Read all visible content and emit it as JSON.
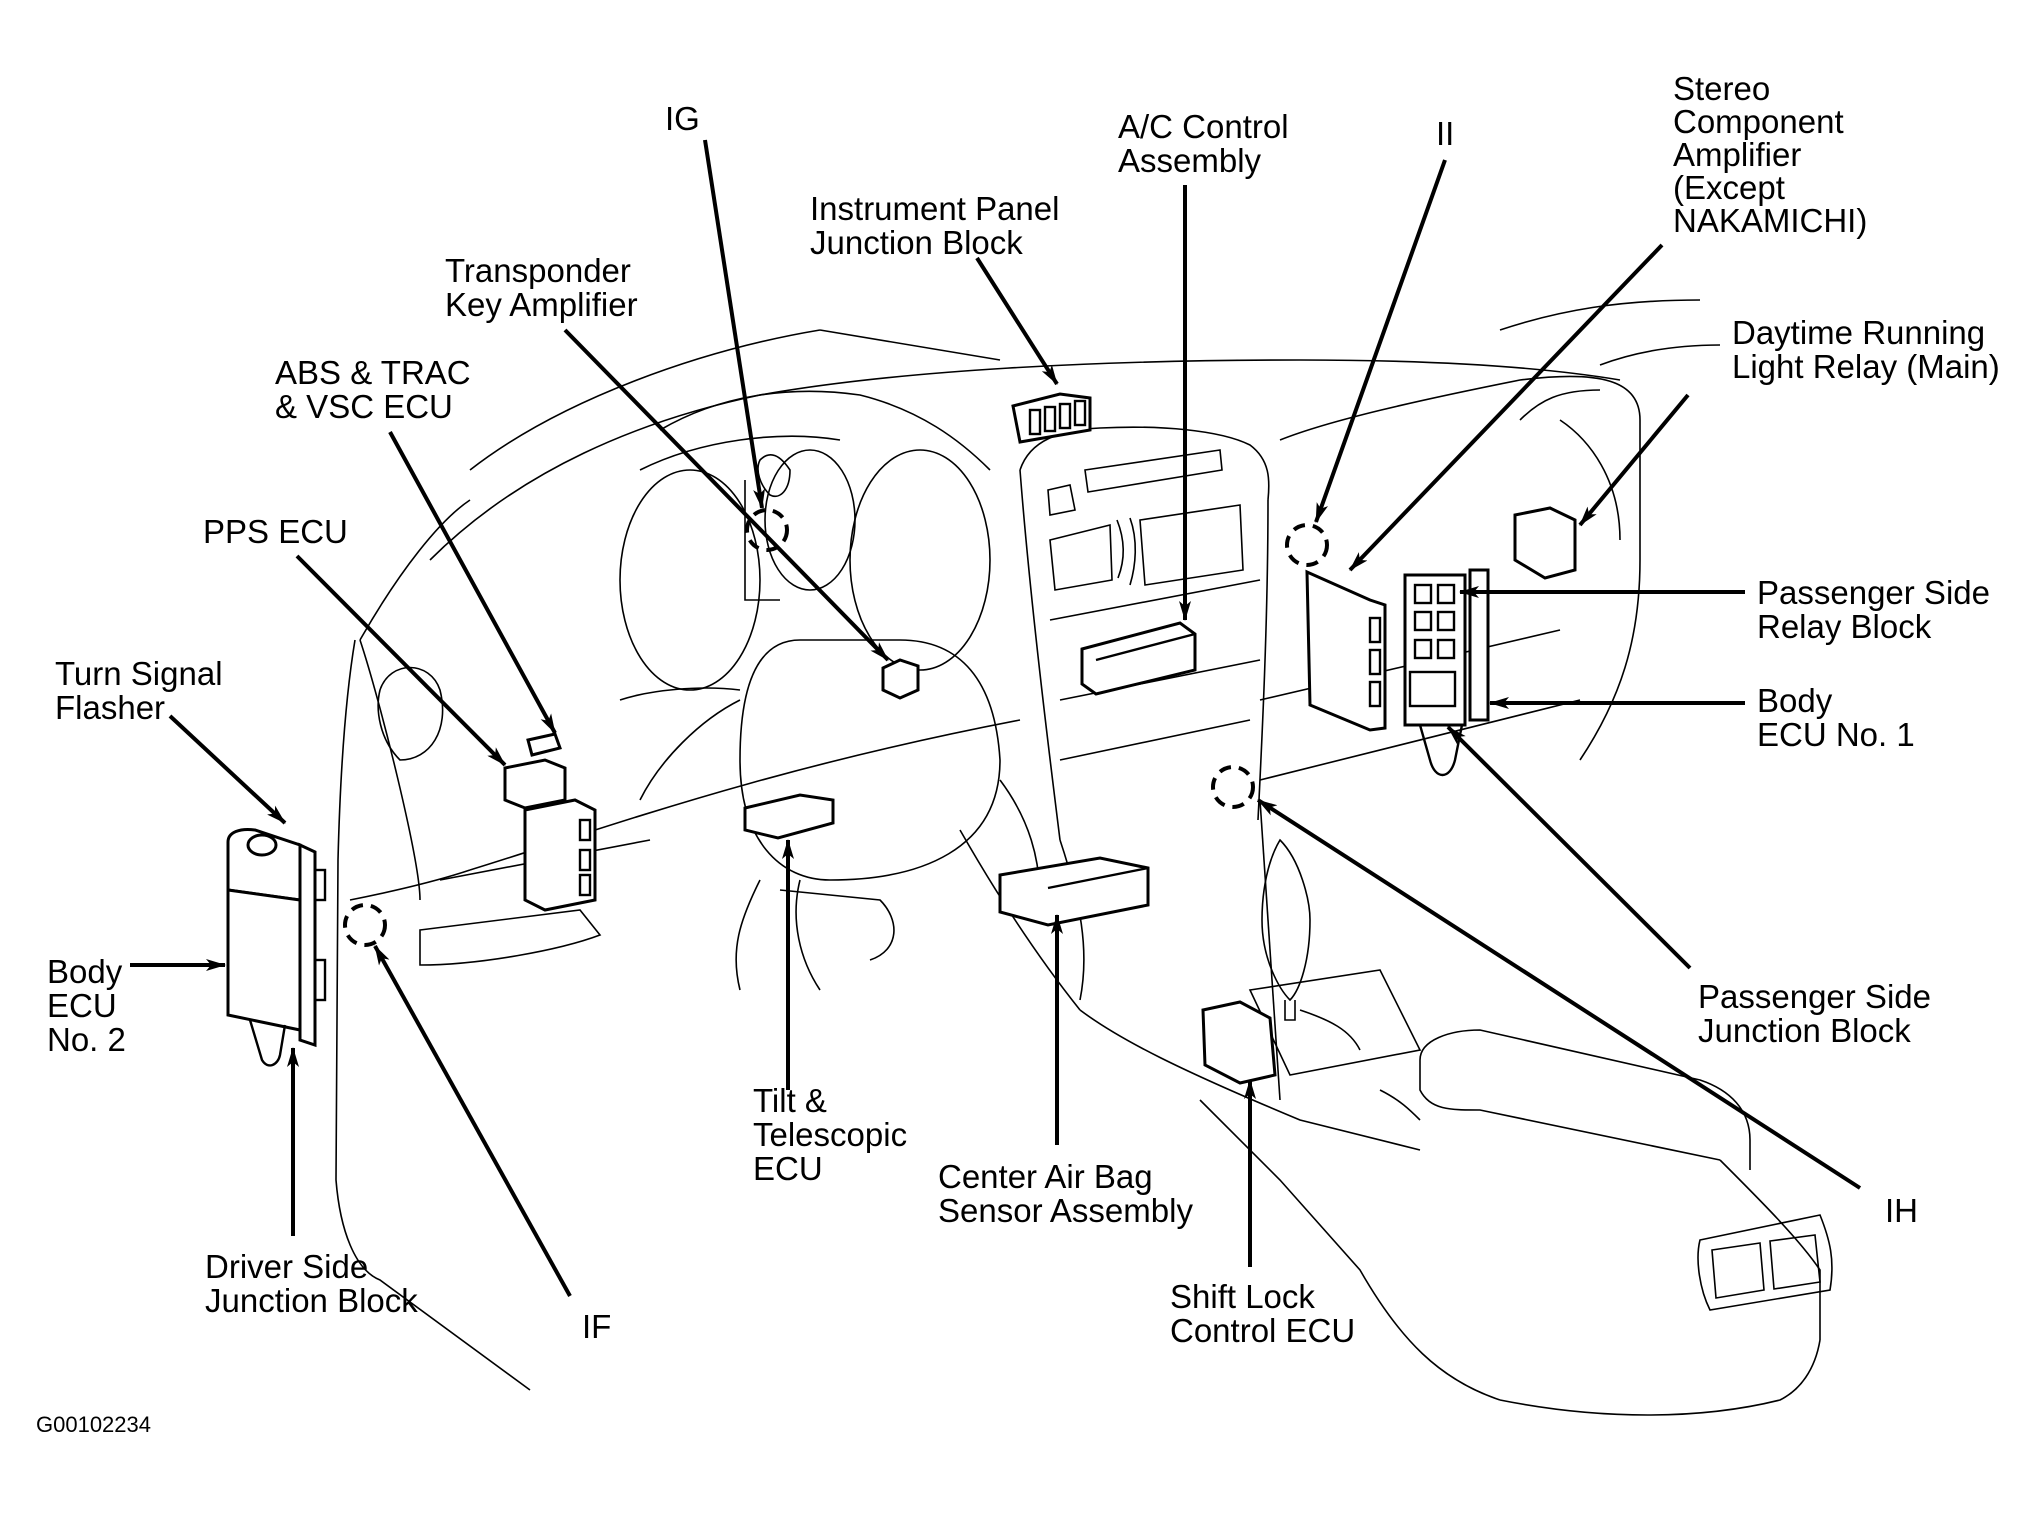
{
  "figure_id": "G00102234",
  "labels": {
    "ig": [
      "IG"
    ],
    "instrument_panel_jb": [
      "Instrument Panel",
      "Junction Block"
    ],
    "transponder": [
      "Transponder",
      "Key Amplifier"
    ],
    "abs_trac_vsc": [
      "ABS & TRAC",
      "& VSC ECU"
    ],
    "pps_ecu": [
      "PPS ECU"
    ],
    "turn_signal": [
      "Turn Signal",
      "Flasher"
    ],
    "body_ecu_2": [
      "Body",
      "ECU",
      "No. 2"
    ],
    "driver_side_jb": [
      "Driver Side",
      "Junction Block"
    ],
    "if": [
      "IF"
    ],
    "tilt_telescopic": [
      "Tilt &",
      "Telescopic",
      "ECU"
    ],
    "center_airbag": [
      "Center Air Bag",
      "Sensor Assembly"
    ],
    "shift_lock": [
      "Shift Lock",
      "Control ECU"
    ],
    "ac_control": [
      "A/C Control",
      "Assembly"
    ],
    "ii": [
      "II"
    ],
    "stereo_amp": [
      "Stereo",
      "Component",
      "Amplifier",
      "(Except",
      "NAKAMICHI)"
    ],
    "drl_relay": [
      "Daytime Running",
      "Light Relay (Main)"
    ],
    "passenger_relay": [
      "Passenger Side",
      "Relay Block"
    ],
    "body_ecu_1": [
      "Body",
      "ECU No. 1"
    ],
    "passenger_jb": [
      "Passenger Side",
      "Junction Block"
    ],
    "ih": [
      "IH"
    ]
  }
}
